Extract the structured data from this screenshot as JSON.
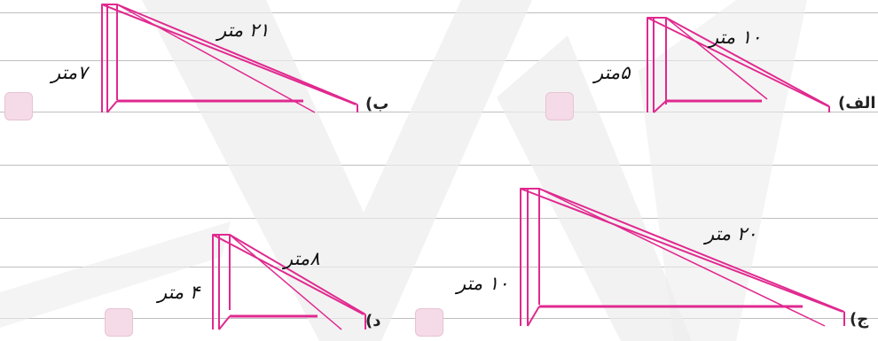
{
  "colors": {
    "accent": "#e0298f",
    "rule": "#bfbfbf",
    "watermark": "#eeeeee",
    "box": "#f5dbe7"
  },
  "problems": [
    {
      "label": "الف)",
      "hypotenuse": "۱۰ متر",
      "height": "۵متر"
    },
    {
      "label": "ب)",
      "hypotenuse": "۲۱ متر",
      "height": "۷متر"
    },
    {
      "label": "ج)",
      "hypotenuse": "۲۰ متر",
      "height": "۱۰ متر"
    },
    {
      "label": "د)",
      "hypotenuse": "۸متر",
      "height": "۴ متر"
    }
  ]
}
